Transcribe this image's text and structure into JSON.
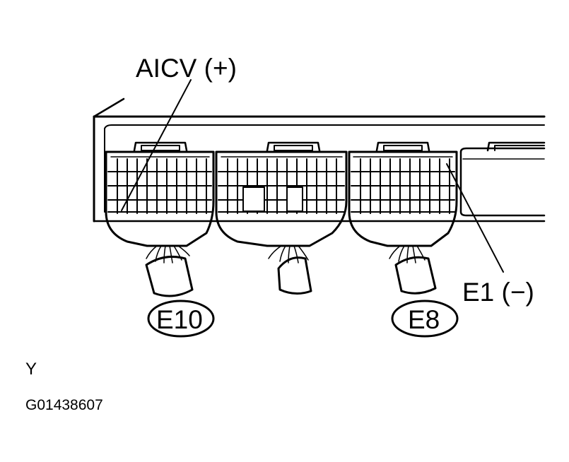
{
  "callouts": {
    "aicv": "AICV (+)",
    "e1": "E1 (−)"
  },
  "connectors": {
    "e10": "E10",
    "e8": "E8"
  },
  "footer": {
    "letter": "Y",
    "code": "G01438607"
  }
}
